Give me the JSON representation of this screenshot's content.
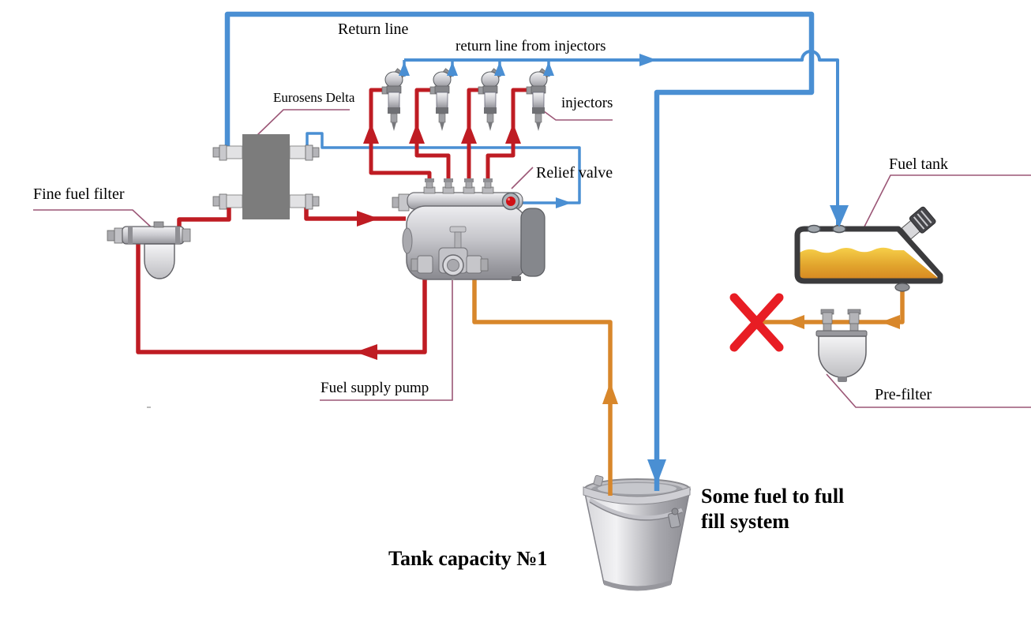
{
  "labels": {
    "return_line": "Return line",
    "return_line_from_injectors": "return line from injectors",
    "eurosens_delta": "Eurosens Delta",
    "injectors": "injectors",
    "relief_valve": "Relief valve",
    "fine_fuel_filter": "Fine fuel filter",
    "fuel_tank": "Fuel tank",
    "fuel_supply_pump": "Fuel supply pump",
    "pre_filter": "Pre-filter",
    "tank_capacity": "Tank capacity №1",
    "some_fuel_line1": "Some fuel to full",
    "some_fuel_line2": "fill system"
  },
  "colors": {
    "supply_line_red": "#bf1c23",
    "return_line_blue": "#4a8fd3",
    "suction_line_orange": "#d8872b",
    "callout_maroon": "#9b5676",
    "cross_mark_red": "#e81d24",
    "flow_meter_gray": "#7c7c7c",
    "fuel_fill_orange": "#e2a62e"
  }
}
